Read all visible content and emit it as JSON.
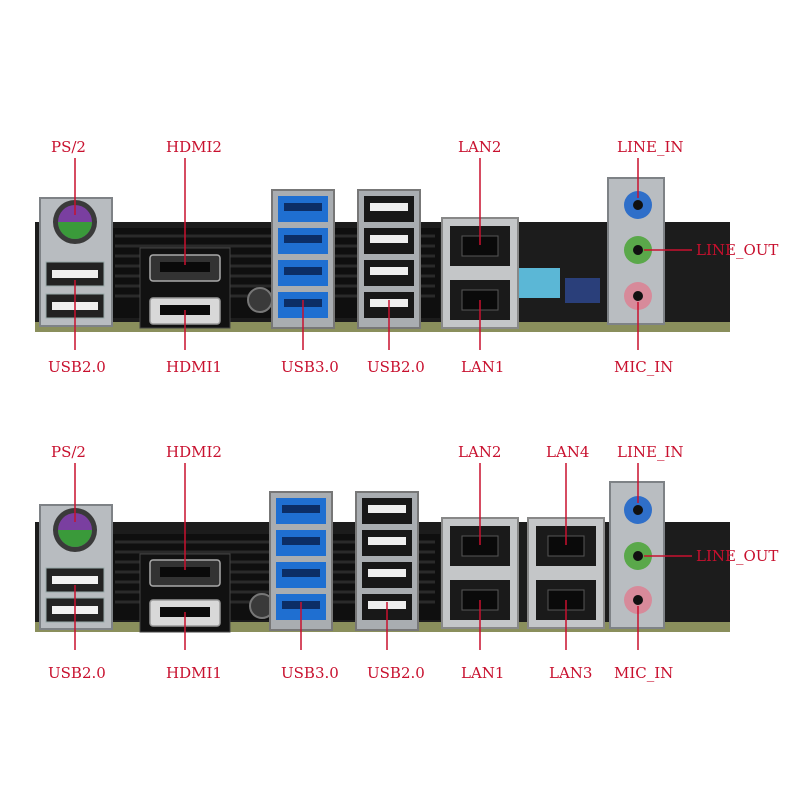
{
  "panels": [
    {
      "labels": {
        "ps2": "PS/2",
        "hdmi2": "HDMI2",
        "lan2": "LAN2",
        "line_in": "LINE_IN",
        "line_out": "LINE_OUT",
        "usb20_left": "USB2.0",
        "hdmi1": "HDMI1",
        "usb30": "USB3.0",
        "usb20_mid": "USB2.0",
        "lan1": "LAN1",
        "mic_in": "MIC_IN"
      }
    },
    {
      "labels": {
        "ps2": "PS/2",
        "hdmi2": "HDMI2",
        "lan2": "LAN2",
        "lan4": "LAN4",
        "line_in": "LINE_IN",
        "line_out": "LINE_OUT",
        "usb20_left": "USB2.0",
        "hdmi1": "HDMI1",
        "usb30": "USB3.0",
        "usb20_mid": "USB2.0",
        "lan1": "LAN1",
        "lan3": "LAN3",
        "mic_in": "MIC_IN"
      }
    }
  ],
  "colors": {
    "label_red": "#c8102e",
    "pcb": "#1c1c1c",
    "pcb_edge": "#8a8f5c",
    "heatsink": "#101010",
    "usb3_blue": "#1f6fd1",
    "ps2_purple": "#7a3fa0",
    "ps2_green": "#3a9a3a",
    "audio_blue": "#2f6fc9",
    "audio_green": "#5aa84a",
    "audio_pink": "#d78a9a",
    "metal": "#b8bcc0"
  }
}
